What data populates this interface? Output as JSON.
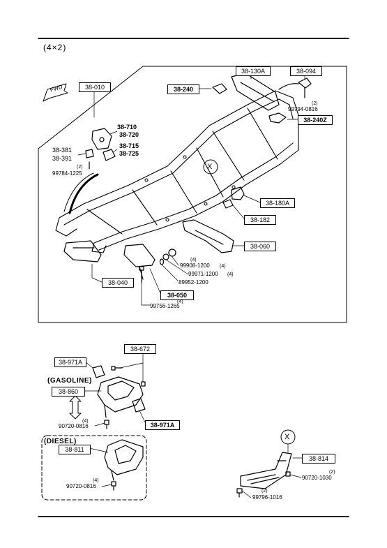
{
  "header": {
    "variant": "(4×2)"
  },
  "fwd_label": "FWD",
  "callout": "X",
  "tags": {
    "gasoline": "(GASOLINE)",
    "diesel": "(DIESEL)"
  },
  "parts": {
    "p38_010": "38-010",
    "p38_240": "38-240",
    "p38_130a": "38-130A",
    "p38_094": "38-094",
    "p99794": "99794-0816",
    "p38_240z": "38-240Z",
    "p38_710": "38-710",
    "p38_720": "38-720",
    "p38_715": "38-715",
    "p38_725": "38-725",
    "p38_381": "38-381",
    "p38_391": "38-391",
    "p99784": "99784-1225",
    "p38_180a": "38-180A",
    "p38_182": "38-182",
    "p38_060": "38-060",
    "p99908": "99908-1200",
    "p99971": "99971-1200",
    "p89952": "89952-1200",
    "p38_040": "38-040",
    "p38_050": "38-050",
    "p99756": "99756-1265",
    "p38_672": "38-672",
    "p38_971a_top": "38-971A",
    "p38_860": "38-860",
    "p38_971a_bot": "38-971A",
    "p90720_g": "90720-0816",
    "p38_811": "38-811",
    "p90720_d": "90720-0816",
    "p38_814": "38-814",
    "p90720_1030": "90720-1030",
    "p99796": "99796-1016"
  },
  "qty": {
    "q2": "(2)",
    "q4": "(4)"
  }
}
